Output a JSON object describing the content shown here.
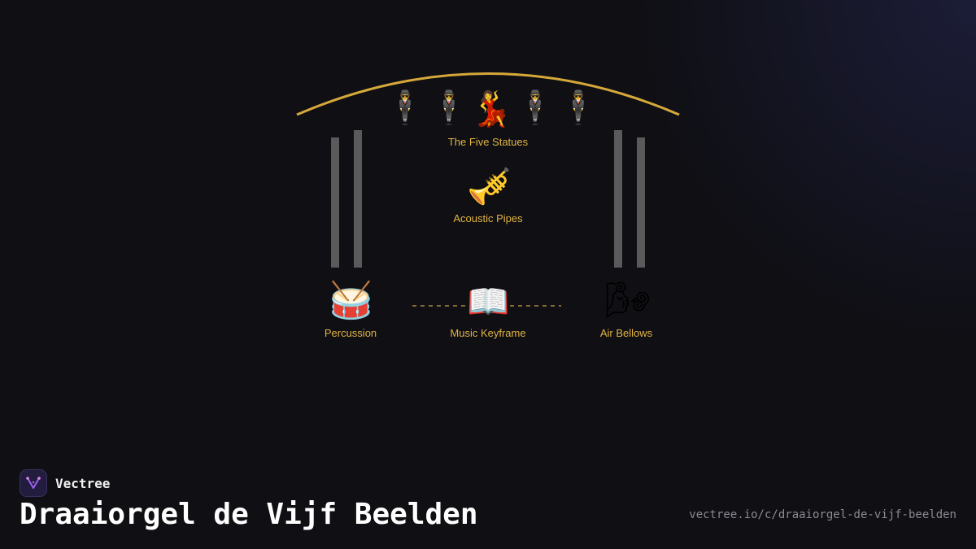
{
  "diagram": {
    "nodes": {
      "statues": {
        "label": "The Five Statues",
        "icons": [
          "🕴",
          "🕴",
          "💃",
          "🕴",
          "🕴"
        ],
        "icon_names": [
          "statue-icon",
          "statue-icon",
          "dancer-icon",
          "statue-icon",
          "statue-icon"
        ]
      },
      "pipes": {
        "label": "Acoustic Pipes",
        "icon": "🎺",
        "icon_name": "trumpet-icon"
      },
      "percussion": {
        "label": "Percussion",
        "icon": "🥁",
        "icon_name": "drum-icon"
      },
      "keyframe": {
        "label": "Music Keyframe",
        "icon": "📖",
        "icon_name": "open-book-icon"
      },
      "bellows": {
        "label": "Air Bellows",
        "icon": "🌬",
        "icon_name": "wind-icon"
      }
    },
    "colors": {
      "accent": "#e2b443",
      "pipe": "#5a5a5a",
      "background": "#0f0f14"
    }
  },
  "footer": {
    "brand_name": "Vectree",
    "title": "Draaiorgel de Vijf Beelden",
    "url": "vectree.io/c/draaiorgel-de-vijf-beelden"
  }
}
